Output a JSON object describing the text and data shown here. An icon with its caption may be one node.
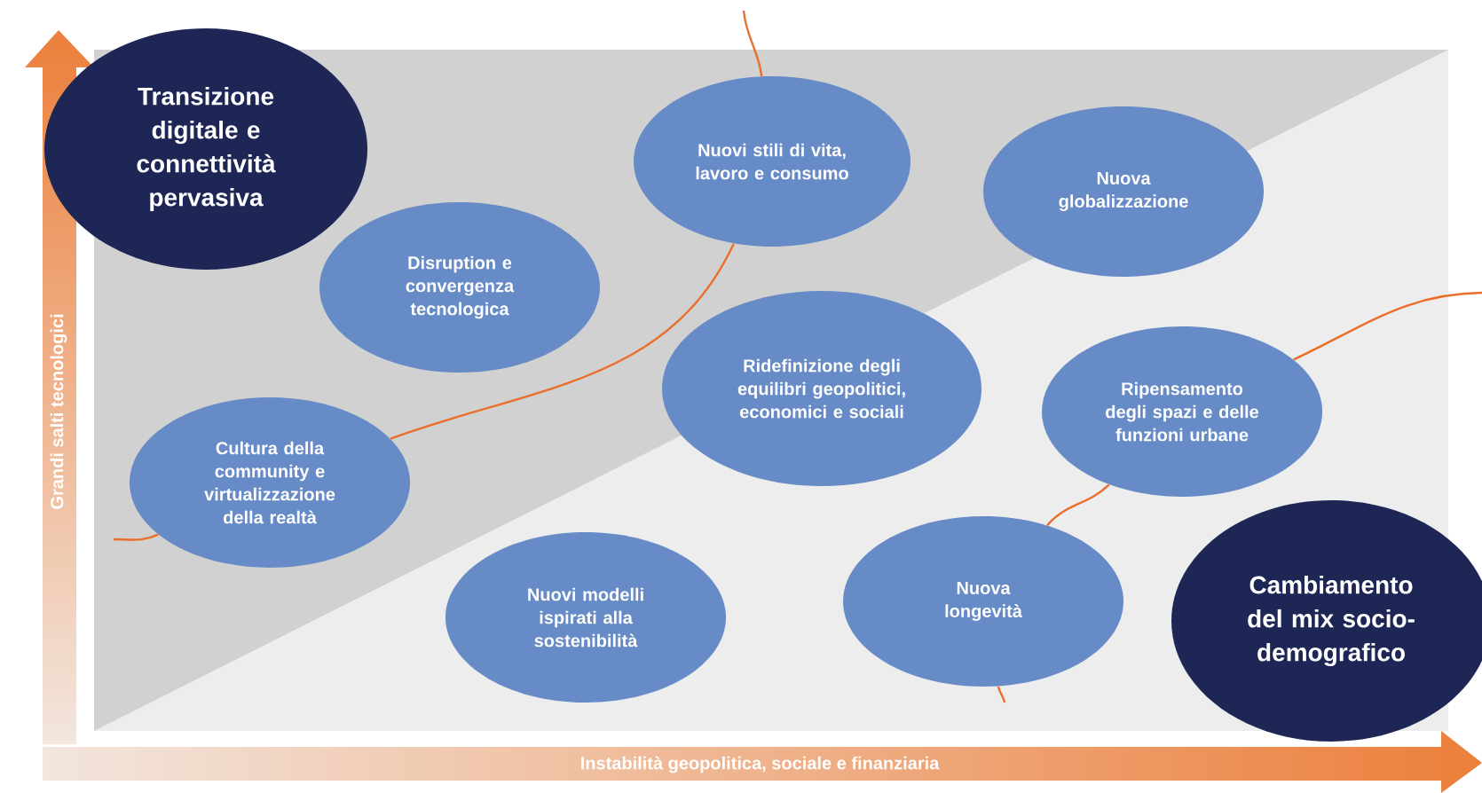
{
  "diagram": {
    "nodes": [
      {
        "text": [
          "Transizione digitale e connettività pervasiva"
        ]
      },
      {
        "text": [
          "Nuovi stili di vita, lavoro e consumo"
        ]
      },
      {
        "text": [
          "Nuova globalizzazione"
        ]
      },
      {
        "text": [
          "Disruption e convergenza tecnologica"
        ]
      },
      {
        "text": [
          "Ridefinizione degli equilibri geopolitici, economici e sociali"
        ]
      },
      {
        "text": [
          "Ripensamento degli spazi e delle funzioni urbane"
        ]
      },
      {
        "text": [
          "Cultura della community e virtualizzazione della realtà"
        ]
      },
      {
        "text": [
          "Nuovi modelli ispirati alla sostenibilità"
        ]
      },
      {
        "text": [
          "Nuova longevità"
        ]
      },
      {
        "text": [
          "Cambiamento del mix socio-demografico"
        ]
      }
    ],
    "edges": [
      {
        "from": null,
        "to": 6,
        "arrow": "none"
      },
      {
        "from": 6,
        "to": 1,
        "arrow": "none"
      },
      {
        "from": 1,
        "to": null,
        "arrow": "none"
      },
      {
        "from": null,
        "to": 5,
        "arrow": "none"
      },
      {
        "from": 5,
        "to": 8,
        "arrow": "none"
      },
      {
        "from": 8,
        "to": null,
        "arrow": "none"
      }
    ],
    "labels": [
      "Grandi salti tecnologici",
      "Instabilità geopolitica, sociale e finanziaria"
    ]
  }
}
